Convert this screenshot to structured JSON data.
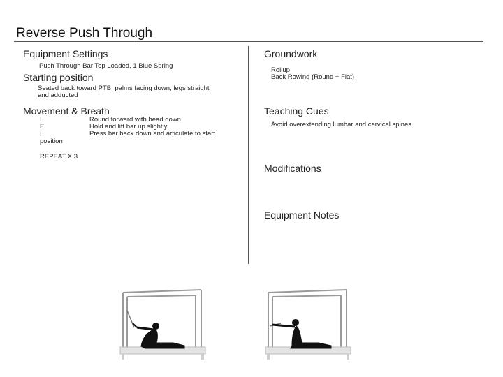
{
  "title": "Reverse Push Through",
  "left": {
    "equipment_settings": {
      "heading": "Equipment Settings",
      "text": "Push Through Bar Top Loaded, 1 Blue Spring"
    },
    "starting_position": {
      "heading": "Starting position",
      "lines": [
        "Seated back toward PTB, palms facing down, legs straight",
        "and adducted"
      ]
    },
    "movement": {
      "heading": "Movement & Breath",
      "breath": [
        "I",
        "E",
        "I",
        "position"
      ],
      "steps": [
        "Round forward with head down",
        "Hold and lift bar up slightly",
        "Press bar back down and articulate to start"
      ]
    },
    "repeat": "REPEAT X 3"
  },
  "right": {
    "groundwork": {
      "heading": "Groundwork",
      "items": [
        "Rollup",
        "Back Rowing (Round + Flat)"
      ]
    },
    "teaching_cues": {
      "heading": "Teaching Cues",
      "items": [
        "Avoid overextending lumbar and cervical spines"
      ]
    },
    "modifications": {
      "heading": "Modifications"
    },
    "equipment_notes": {
      "heading": "Equipment Notes"
    }
  },
  "colors": {
    "text": "#111111",
    "rule": "#555555",
    "frame": "#9a9a9a",
    "figure": "#111111"
  },
  "images": [
    "cadillac-photo-rounded-forward",
    "cadillac-photo-arms-lifted"
  ]
}
